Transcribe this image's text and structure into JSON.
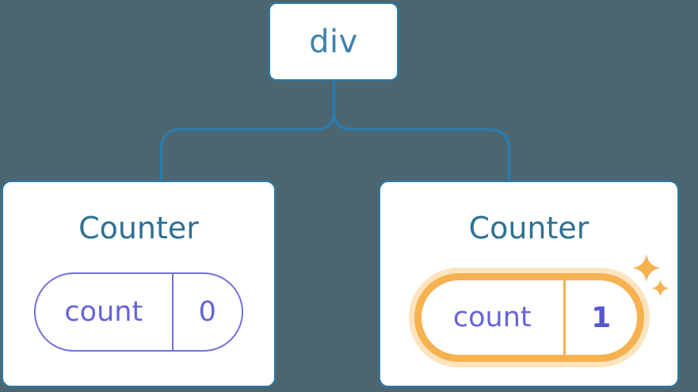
{
  "diagram": {
    "root_node": {
      "label": "div"
    },
    "components": [
      {
        "title": "Counter",
        "state_key": "count",
        "state_value": "0",
        "highlighted": false
      },
      {
        "title": "Counter",
        "state_key": "count",
        "state_value": "1",
        "highlighted": true
      }
    ]
  },
  "colors": {
    "background": "#4C6671",
    "node_border": "#2B7BAC",
    "root_label": "#3F83AD",
    "component_title": "#2E7193",
    "state_border": "#7270DC",
    "state_text": "#6564D8",
    "state_value_hl": "#5657CE",
    "highlight": "#F6B150",
    "highlight_glow": "#FBE4BE"
  }
}
